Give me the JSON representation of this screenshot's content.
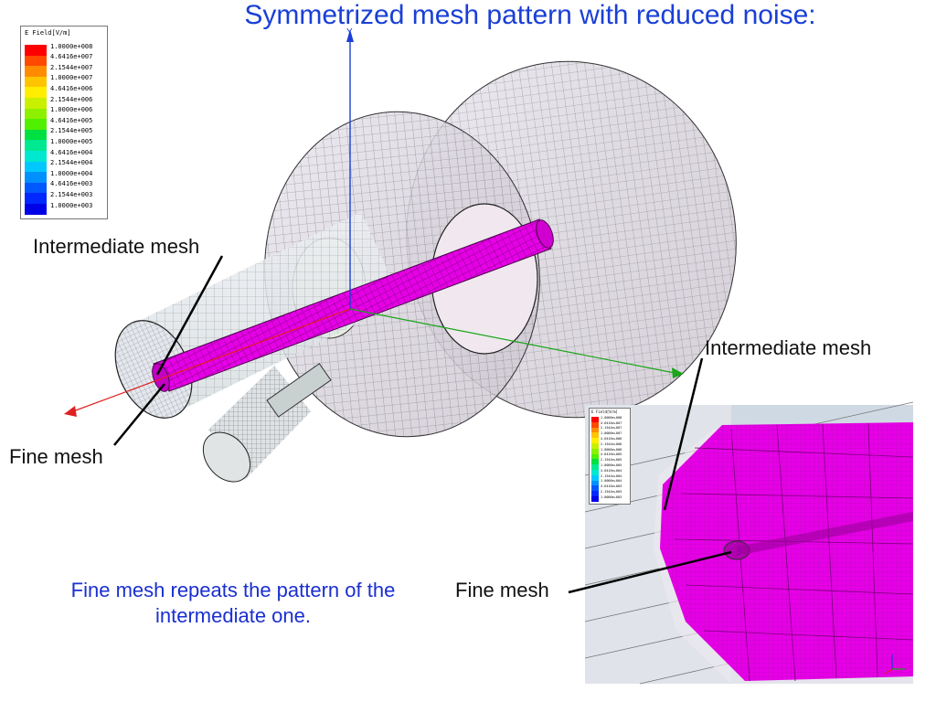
{
  "title": "Symmetrized mesh pattern with reduced noise:",
  "labels": {
    "intermediate_left": "Intermediate mesh",
    "fine_left": "Fine mesh",
    "intermediate_right": "Intermediate mesh",
    "fine_right": "Fine mesh"
  },
  "note": "Fine mesh repeats the pattern of the intermediate one.",
  "axes": {
    "y": "Y"
  },
  "legend": {
    "title": "E Field[V/m]",
    "values": [
      "1.0000e+008",
      "4.6416e+007",
      "2.1544e+007",
      "1.0000e+007",
      "4.6416e+006",
      "2.1544e+006",
      "1.0000e+006",
      "4.6416e+005",
      "2.1544e+005",
      "1.0000e+005",
      "4.6416e+004",
      "2.1544e+004",
      "1.0000e+004",
      "4.6416e+003",
      "2.1544e+003",
      "1.0000e+003"
    ],
    "colors": [
      "#ff0000",
      "#ff4a00",
      "#ff8c00",
      "#ffc400",
      "#ffee00",
      "#c8f000",
      "#8cf000",
      "#50f000",
      "#00e040",
      "#00e890",
      "#00e8d0",
      "#00c8ff",
      "#0090ff",
      "#0058ff",
      "#0028ff",
      "#0000e8"
    ]
  },
  "colors": {
    "title": "#1a3fd6",
    "note": "#1a2fd0",
    "rod": "#e600e6",
    "axis_x": "#e02020",
    "axis_y": "#1a3fd6",
    "axis_z": "#1aa51a"
  }
}
